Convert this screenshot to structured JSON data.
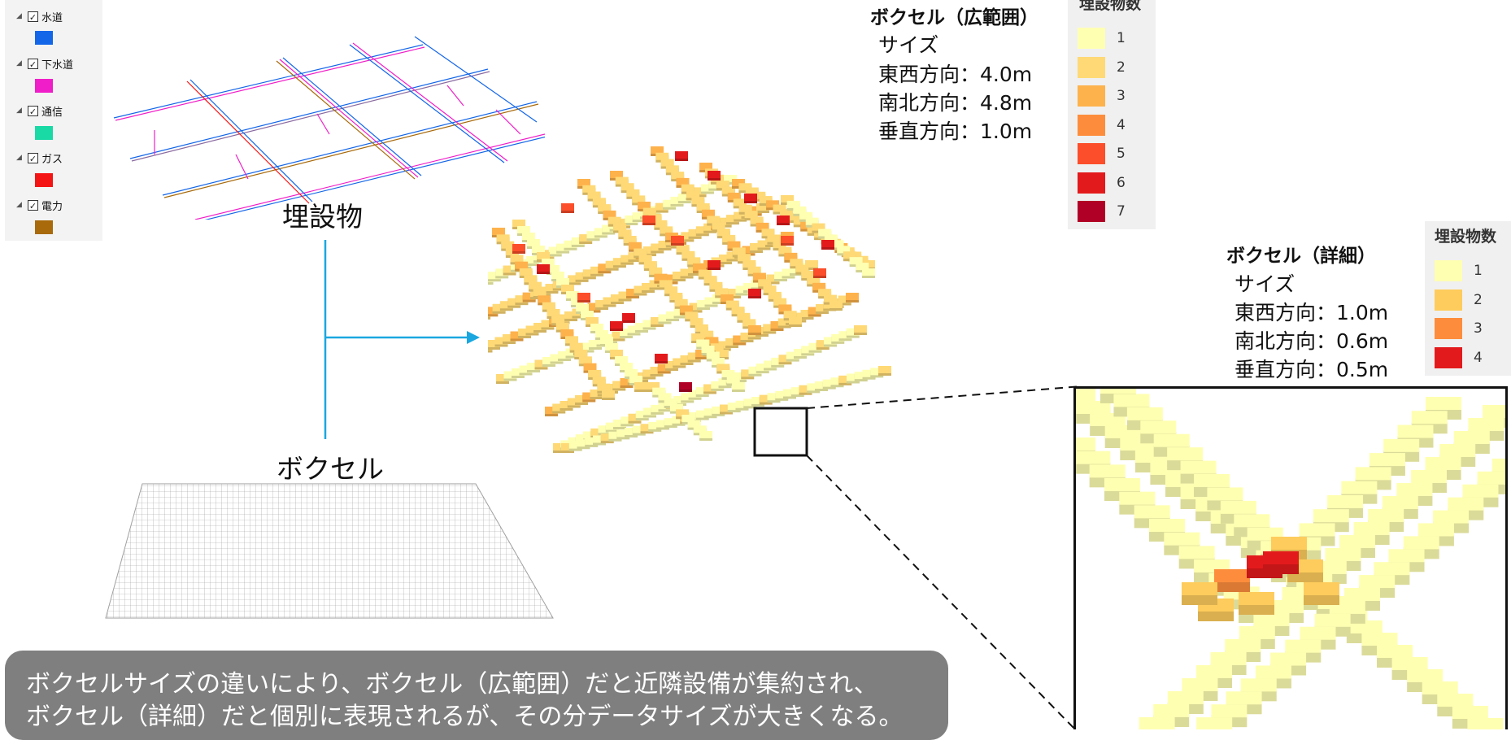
{
  "layers": [
    {
      "label": "水道",
      "color": "#1466e8"
    },
    {
      "label": "下水道",
      "color": "#f01ec8"
    },
    {
      "label": "通信",
      "color": "#19d9a5"
    },
    {
      "label": "ガス",
      "color": "#f51414"
    },
    {
      "label": "電力",
      "color": "#a86a0a"
    }
  ],
  "labels": {
    "buried": "埋設物",
    "voxel": "ボクセル"
  },
  "wide": {
    "title": "ボクセル（広範囲）",
    "size_label": "サイズ",
    "ew": "東西方向：4.0m",
    "ns": "南北方向：4.8m",
    "vert": "垂直方向：1.0m",
    "legend_head": "埋設物数",
    "legend": [
      {
        "label": "1",
        "color": "#ffffb2"
      },
      {
        "label": "2",
        "color": "#fed976"
      },
      {
        "label": "3",
        "color": "#feb24c"
      },
      {
        "label": "4",
        "color": "#fd8d3c"
      },
      {
        "label": "5",
        "color": "#fc4e2a"
      },
      {
        "label": "6",
        "color": "#e31a1c"
      },
      {
        "label": "7",
        "color": "#b10026"
      }
    ]
  },
  "detail": {
    "title": "ボクセル（詳細）",
    "size_label": "サイズ",
    "ew": "東西方向：1.0m",
    "ns": "南北方向：0.6m",
    "vert": "垂直方向：0.5m",
    "legend_head": "埋設物数",
    "legend": [
      {
        "label": "1",
        "color": "#ffffb2"
      },
      {
        "label": "2",
        "color": "#fecc5c"
      },
      {
        "label": "3",
        "color": "#fd8d3c"
      },
      {
        "label": "4",
        "color": "#e31a1c"
      }
    ]
  },
  "note": {
    "line1": "ボクセルサイズの違いにより、ボクセル（広範囲）だと近隣設備が集約され、",
    "line2": "ボクセル（詳細）だと個別に表現されるが、その分データサイズが大きくなる。"
  },
  "colors": {
    "arrow": "#1aa7e0",
    "note_bg": "#7f7f7f"
  }
}
